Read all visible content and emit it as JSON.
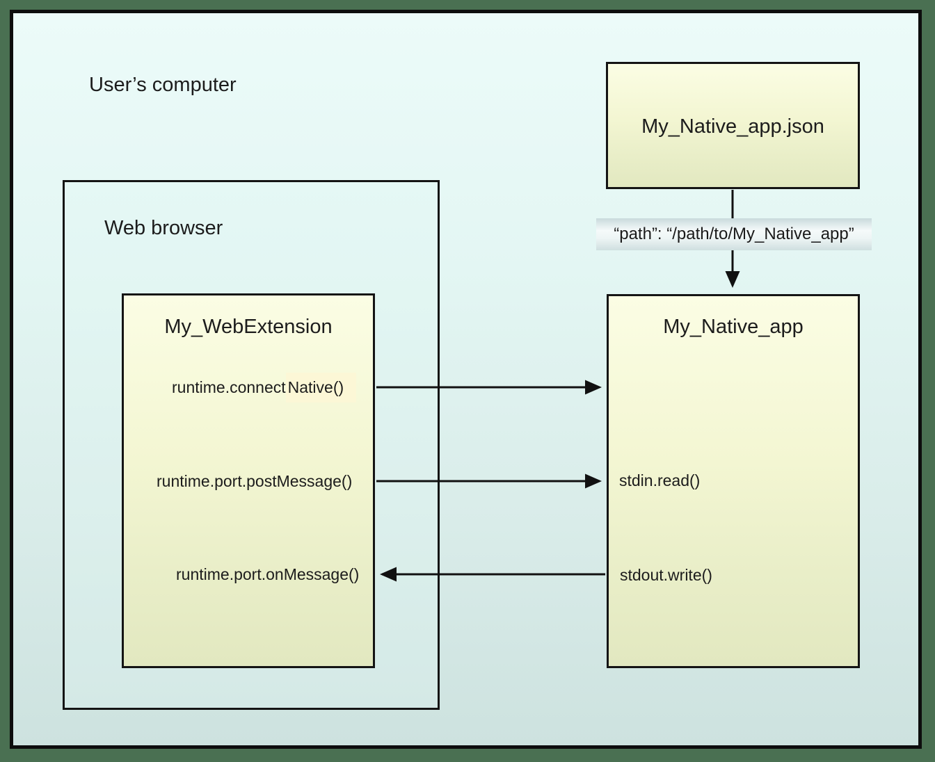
{
  "labels": {
    "users_computer": "User’s computer",
    "web_browser": "Web browser"
  },
  "boxes": {
    "native_app_json": {
      "title": "My_Native_app.json"
    },
    "web_extension": {
      "title": "My_WebExtension",
      "methods": {
        "connect_native_prefix": "runtime.connect",
        "connect_native_highlight": "Native()",
        "post_message": "runtime.port.postMessage()",
        "on_message": "runtime.port.onMessage()"
      }
    },
    "native_app": {
      "title": "My_Native_app",
      "methods": {
        "stdin_read": "stdin.read()",
        "stdout_write": "stdout.write()"
      }
    }
  },
  "edge_labels": {
    "path": "“path”: “/path/to/My_Native_app”"
  },
  "colors": {
    "frame_green": "#4a7052",
    "canvas_top": "#ecfbf9",
    "canvas_bottom": "#cde2df",
    "box_fill_top": "#fbfde4",
    "box_fill_bottom": "#e2e8c0",
    "box_border": "#141414",
    "connect_native_highlight": "#fcf7d6",
    "arrow": "#111111"
  }
}
